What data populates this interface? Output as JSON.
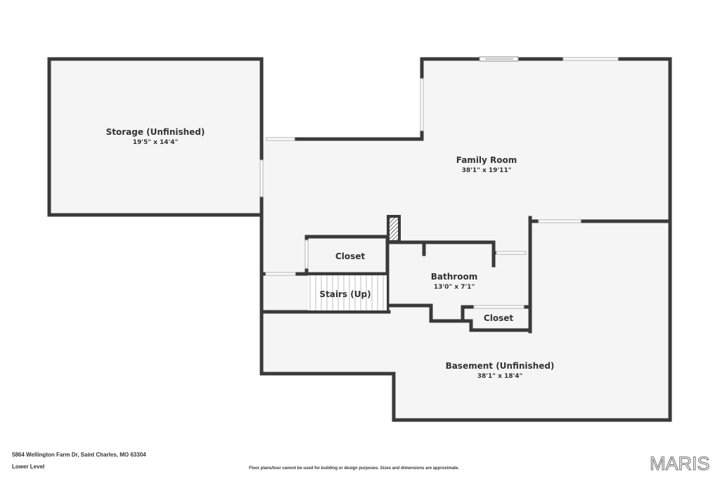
{
  "rooms": {
    "storage": {
      "name": "Storage (Unfinished)",
      "dims": "19'5\" x 14'4\""
    },
    "family": {
      "name": "Family Room",
      "dims": "38'1\" x 19'11\""
    },
    "closet1": {
      "name": "Closet"
    },
    "stairs": {
      "name": "Stairs (Up)"
    },
    "bathroom": {
      "name": "Bathroom",
      "dims": "13'0\" x 7'1\""
    },
    "closet2": {
      "name": "Closet"
    },
    "basement": {
      "name": "Basement (Unfinished)",
      "dims": "38'1\" x 18'4\""
    }
  },
  "footer": {
    "address": "5864 Wellington Farm Dr, Saint Charles, MO 63304",
    "level": "Lower Level",
    "disclaimer": "Floor plans/tour cannot be used for building or design purposes. Sizes and dimensions are approximate.",
    "brand": "MARIS"
  },
  "colors": {
    "wall": "#3a3a3a",
    "floor": "#f5f5f5",
    "text": "#333333"
  }
}
